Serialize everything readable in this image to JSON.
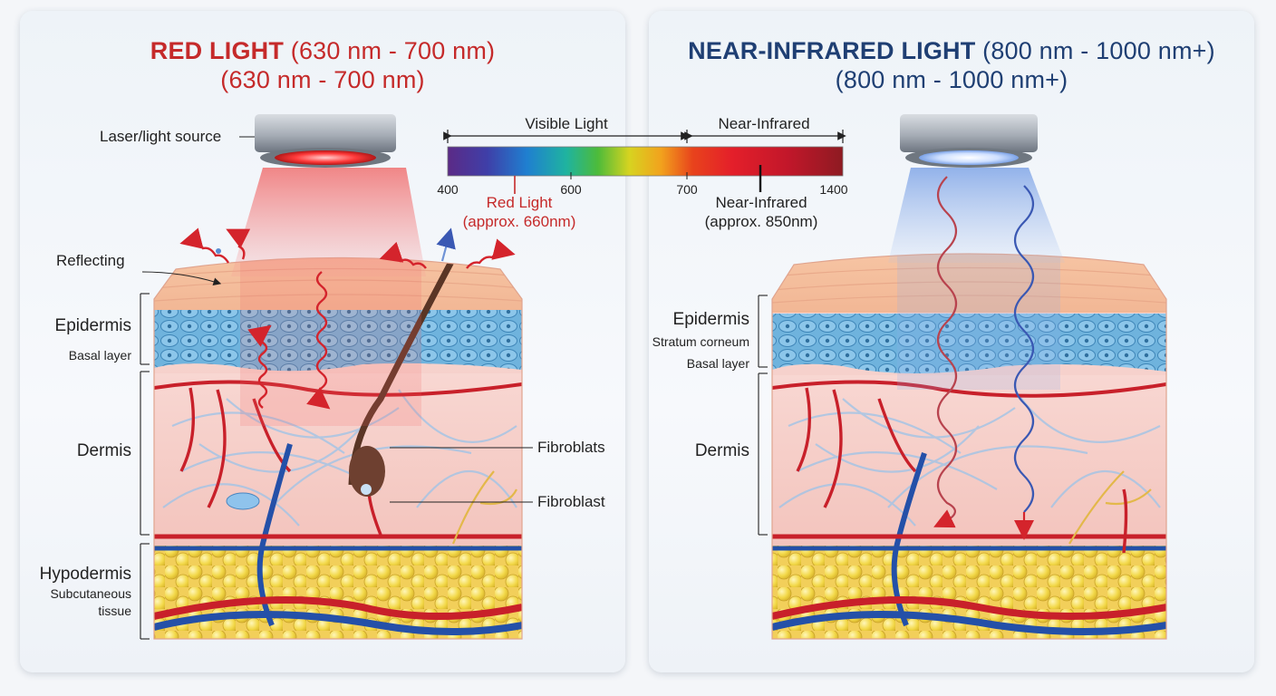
{
  "red_panel": {
    "title_bold": "RED LIGHT",
    "title_range": "(630 nm - 700 nm)",
    "subtitle": "(630 nm - 700 nm)",
    "labels": {
      "light_source": "Laser/light source",
      "reflecting": "Reflecting",
      "epidermis": "Epidermis",
      "basal_layer": "Basal layer",
      "dermis": "Dermis",
      "hypodermis": "Hypodermis",
      "subcutaneous": "Subcutaneous",
      "tissue": "tissue",
      "fibroblats": "Fibroblats",
      "fibroblast": "Fibroblast"
    },
    "color": "#c52a2a"
  },
  "nir_panel": {
    "title_bold": "NEAR-INFRARED LIGHT",
    "title_range": "(800 nm - 1000 nm+)",
    "subtitle": "(800 nm - 1000 nm+)",
    "labels": {
      "epidermis": "Epidermis",
      "stratum_corneum": "Stratum corneum",
      "basal_layer": "Basal layer",
      "dermis": "Dermis"
    },
    "color": "#1f3f73"
  },
  "spectrum": {
    "visible_label": "Visible Light",
    "nir_label": "Near-Infrared",
    "ticks": [
      "400",
      "600",
      "700",
      "1400"
    ],
    "red_marker_label": "Red Light",
    "red_marker_sub": "(approx. 660nm)",
    "nir_marker_label": "Near-Infrared",
    "nir_marker_sub": "(approx. 850nm)"
  }
}
